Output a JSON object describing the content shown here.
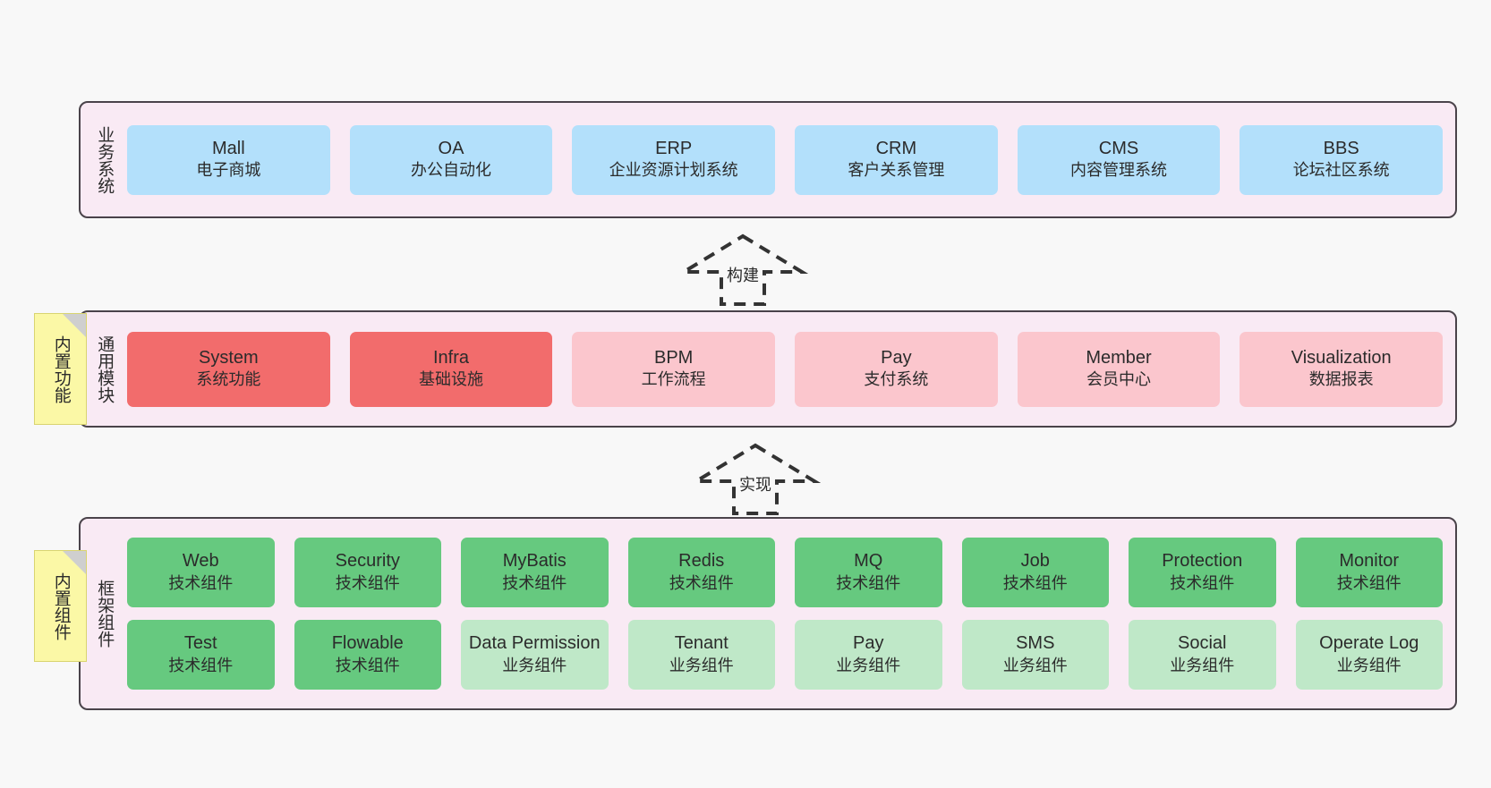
{
  "canvas": {
    "background": "#f8f8f8"
  },
  "palette": {
    "panel_bg": "#f9eaf4",
    "panel_border": "#4a434a",
    "business_box": "#b3e0fb",
    "module_core": "#f26c6c",
    "module_extra": "#fbc6cd",
    "component_tech": "#66c97f",
    "component_biz": "#bfe8c8",
    "note_bg": "#fbf8a6",
    "note_fold": "#cfcfcf"
  },
  "layers": [
    {
      "id": "business-system",
      "title": "业务系统",
      "note": null,
      "rows": [
        [
          {
            "title": "Mall",
            "sub": "电子商城",
            "color": "c-blue"
          },
          {
            "title": "OA",
            "sub": "办公自动化",
            "color": "c-blue"
          },
          {
            "title": "ERP",
            "sub": "企业资源计划系统",
            "color": "c-blue"
          },
          {
            "title": "CRM",
            "sub": "客户关系管理",
            "color": "c-blue"
          },
          {
            "title": "CMS",
            "sub": "内容管理系统",
            "color": "c-blue"
          },
          {
            "title": "BBS",
            "sub": "论坛社区系统",
            "color": "c-blue"
          }
        ]
      ]
    },
    {
      "id": "common-module",
      "title": "通用模块",
      "note": "内置功能",
      "rows": [
        [
          {
            "title": "System",
            "sub": "系统功能",
            "color": "c-red"
          },
          {
            "title": "Infra",
            "sub": "基础设施",
            "color": "c-red"
          },
          {
            "title": "BPM",
            "sub": "工作流程",
            "color": "c-pink"
          },
          {
            "title": "Pay",
            "sub": "支付系统",
            "color": "c-pink"
          },
          {
            "title": "Member",
            "sub": "会员中心",
            "color": "c-pink"
          },
          {
            "title": "Visualization",
            "sub": "数据报表",
            "color": "c-pink"
          }
        ]
      ]
    },
    {
      "id": "framework-component",
      "title": "框架组件",
      "note": "内置组件",
      "rows": [
        [
          {
            "title": "Web",
            "sub": "技术组件",
            "color": "c-green"
          },
          {
            "title": "Security",
            "sub": "技术组件",
            "color": "c-green"
          },
          {
            "title": "MyBatis",
            "sub": "技术组件",
            "color": "c-green"
          },
          {
            "title": "Redis",
            "sub": "技术组件",
            "color": "c-green"
          },
          {
            "title": "MQ",
            "sub": "技术组件",
            "color": "c-green"
          },
          {
            "title": "Job",
            "sub": "技术组件",
            "color": "c-green"
          },
          {
            "title": "Protection",
            "sub": "技术组件",
            "color": "c-green"
          },
          {
            "title": "Monitor",
            "sub": "技术组件",
            "color": "c-green"
          }
        ],
        [
          {
            "title": "Test",
            "sub": "技术组件",
            "color": "c-green"
          },
          {
            "title": "Flowable",
            "sub": "技术组件",
            "color": "c-green"
          },
          {
            "title": "Data Permission",
            "sub": "业务组件",
            "color": "c-lightgreen"
          },
          {
            "title": "Tenant",
            "sub": "业务组件",
            "color": "c-lightgreen"
          },
          {
            "title": "Pay",
            "sub": "业务组件",
            "color": "c-lightgreen"
          },
          {
            "title": "SMS",
            "sub": "业务组件",
            "color": "c-lightgreen"
          },
          {
            "title": "Social",
            "sub": "业务组件",
            "color": "c-lightgreen"
          },
          {
            "title": "Operate Log",
            "sub": "业务组件",
            "color": "c-lightgreen"
          }
        ]
      ]
    }
  ],
  "connectors": [
    {
      "id": "build",
      "label": "构建",
      "direction": "up"
    },
    {
      "id": "implement",
      "label": "实现",
      "direction": "up"
    }
  ]
}
